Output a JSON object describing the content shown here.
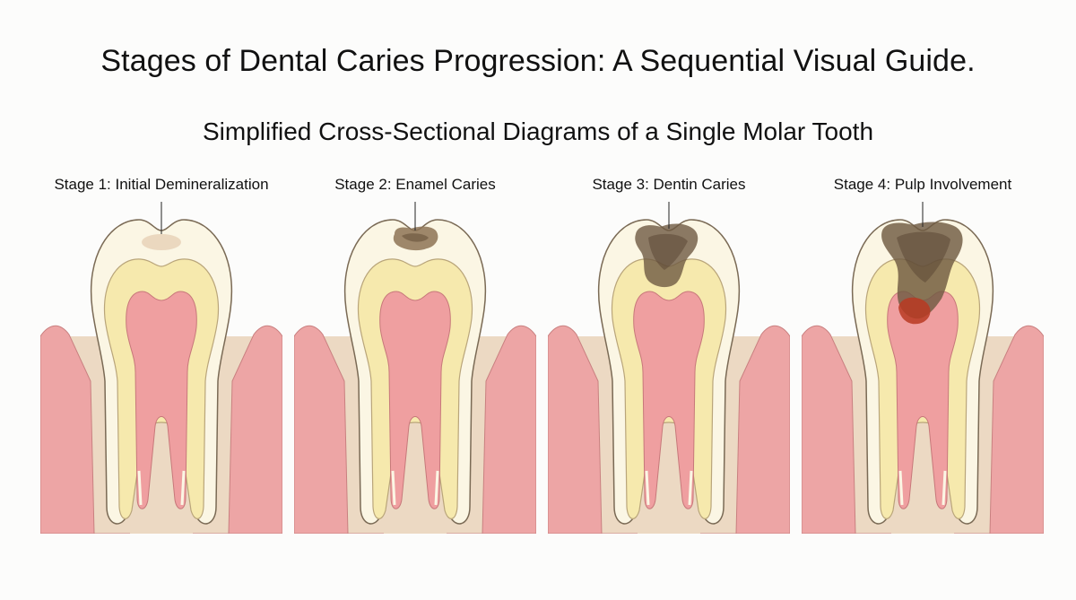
{
  "title": "Stages of Dental Caries Progression: A Sequential Visual Guide.",
  "subtitle": "Simplified Cross-Sectional Diagrams of a Single Molar Tooth",
  "stages": [
    {
      "label": "Stage 1: Initial Demineralization"
    },
    {
      "label": "Stage 2: Enamel Caries"
    },
    {
      "label": "Stage 3: Dentin Caries"
    },
    {
      "label": "Stage 4: Pulp Involvement"
    }
  ],
  "colors": {
    "enamel": "#fbf6e4",
    "dentin": "#f6e9ad",
    "pulp": "#ef9fa0",
    "gum": "#eda5a5",
    "bone": "#ecd9c3",
    "outline": "#7a6a55",
    "caries": "#6f5a42",
    "pulp_infection": "#b83a22"
  }
}
